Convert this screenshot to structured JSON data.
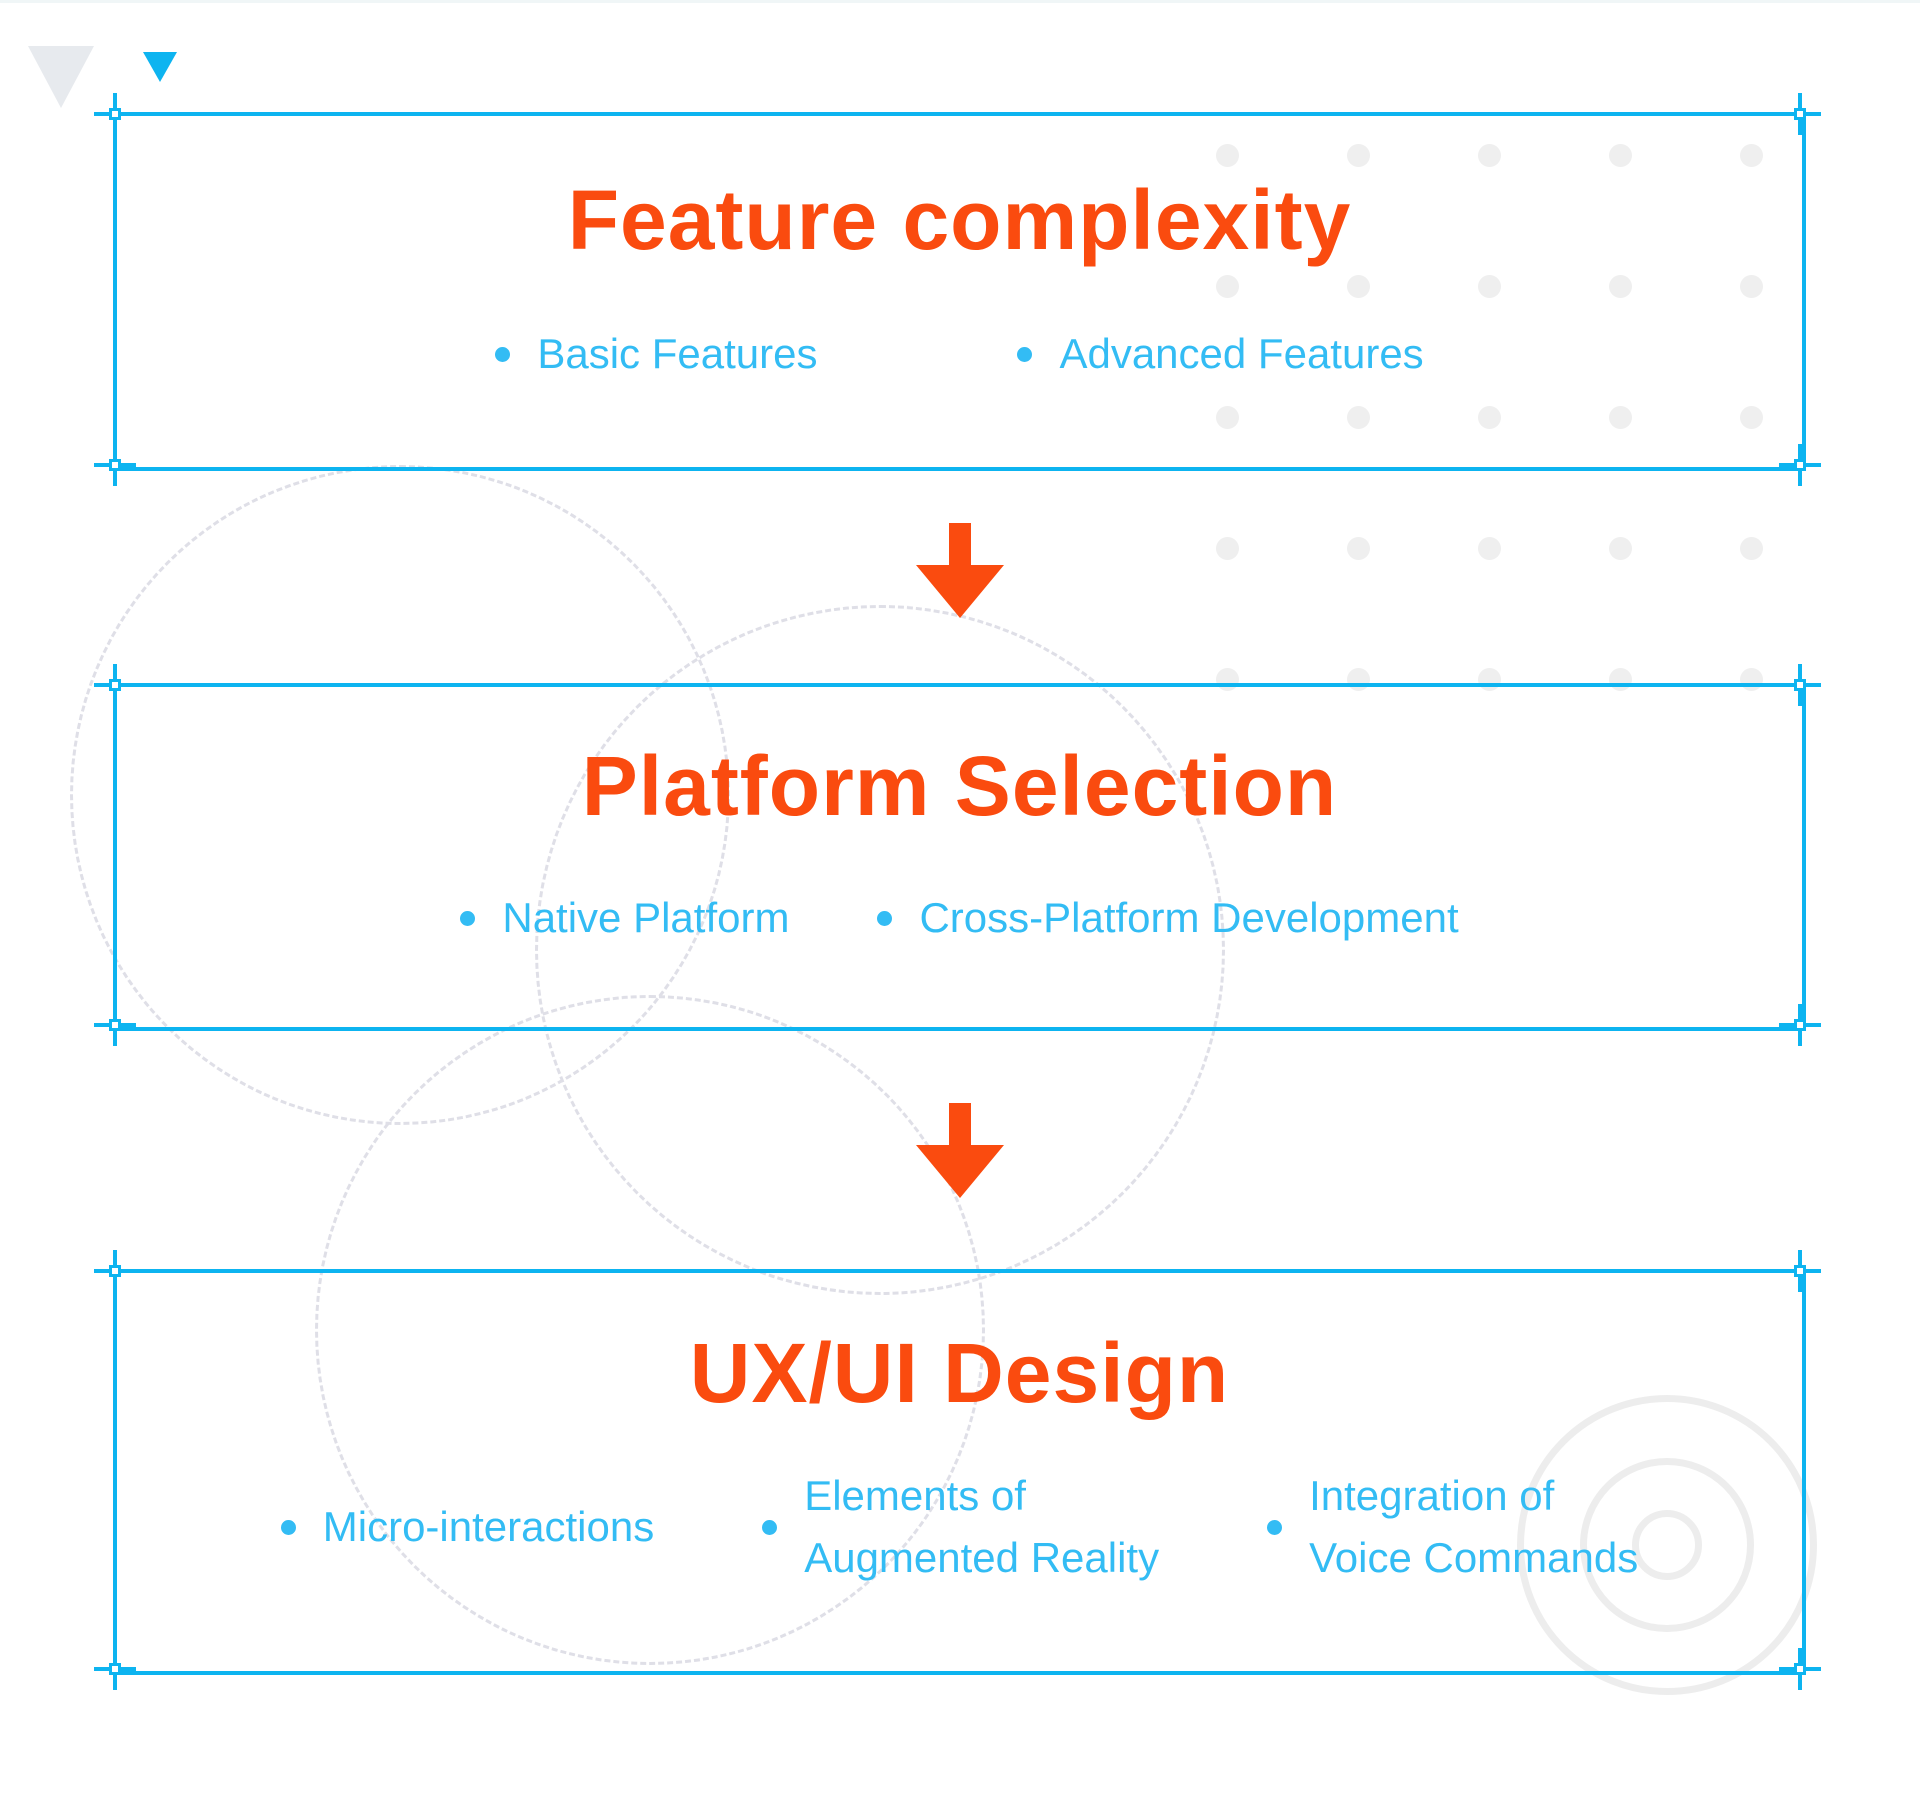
{
  "colors": {
    "accent_orange": "#fa4b0f",
    "accent_cyan": "#0db4f0",
    "text_cyan": "#33bcf4",
    "dot_gray": "#efefef",
    "dash_gray": "#dfdfe7",
    "ring_gray": "#ededed"
  },
  "flow": {
    "steps": [
      {
        "title": "Feature complexity",
        "items": [
          {
            "line1": "Basic Features"
          },
          {
            "line1": "Advanced Features"
          }
        ]
      },
      {
        "title": "Platform Selection",
        "items": [
          {
            "line1": "Native Platform"
          },
          {
            "line1": "Cross-Platform Development"
          }
        ]
      },
      {
        "title": "UX/UI Design",
        "items": [
          {
            "line1": "Micro-interactions"
          },
          {
            "line1": "Elements of",
            "line2": "Augmented Reality"
          },
          {
            "line1": "Integration of",
            "line2": "Voice Commands"
          }
        ]
      }
    ]
  }
}
